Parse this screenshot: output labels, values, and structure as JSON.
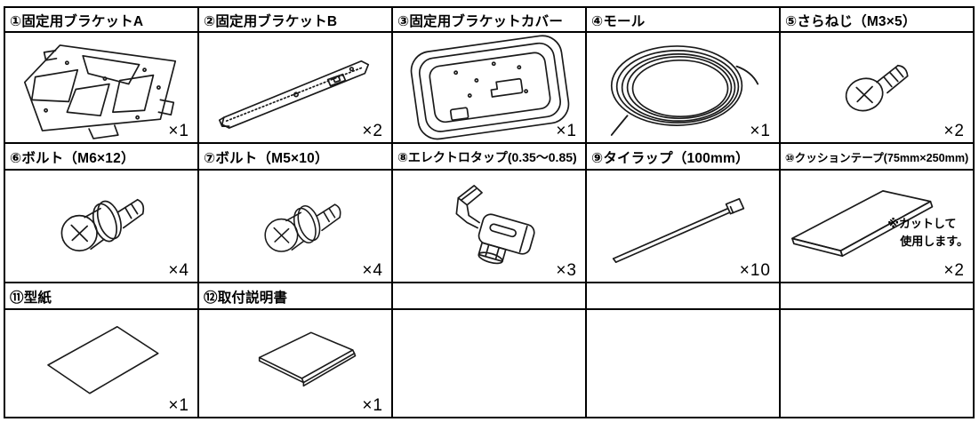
{
  "page": {
    "background_color": "#ffffff",
    "line_color": "#000000",
    "description": "Installation manual supplied-parts table"
  },
  "parts": [
    {
      "label": "①固定用ブラケットA",
      "qty": "×1",
      "icon": "bracket-a-illustration"
    },
    {
      "label": "②固定用ブラケットB",
      "qty": "×2",
      "icon": "bracket-b-illustration"
    },
    {
      "label": "③固定用ブラケットカバー",
      "qty": "×1",
      "icon": "bracket-cover-illustration"
    },
    {
      "label": "④モール",
      "qty": "×1",
      "icon": "molding-coil-illustration"
    },
    {
      "label": "⑤さらねじ（M3×5）",
      "qty": "×2",
      "icon": "flat-head-screw-illustration"
    },
    {
      "label": "⑥ボルト（M6×12）",
      "qty": "×4",
      "icon": "bolt-illustration"
    },
    {
      "label": "⑦ボルト（M5×10）",
      "qty": "×4",
      "icon": "bolt-illustration"
    },
    {
      "label": "⑧エレクトロタップ(0.35～0.85)",
      "qty": "×3",
      "icon": "electro-tap-illustration"
    },
    {
      "label": "⑨タイラップ（100mm）",
      "qty": "×10",
      "icon": "tie-wrap-illustration"
    },
    {
      "label": "⑩クッションテープ(75mm×250mm)",
      "qty": "×2",
      "icon": "cushion-tape-illustration",
      "note_line1": "※カットして",
      "note_line2": "使用します。"
    },
    {
      "label": "⑪型紙",
      "qty": "×1",
      "icon": "template-sheet-illustration"
    },
    {
      "label": "⑫取付説明書",
      "qty": "×1",
      "icon": "instruction-manual-illustration"
    }
  ]
}
